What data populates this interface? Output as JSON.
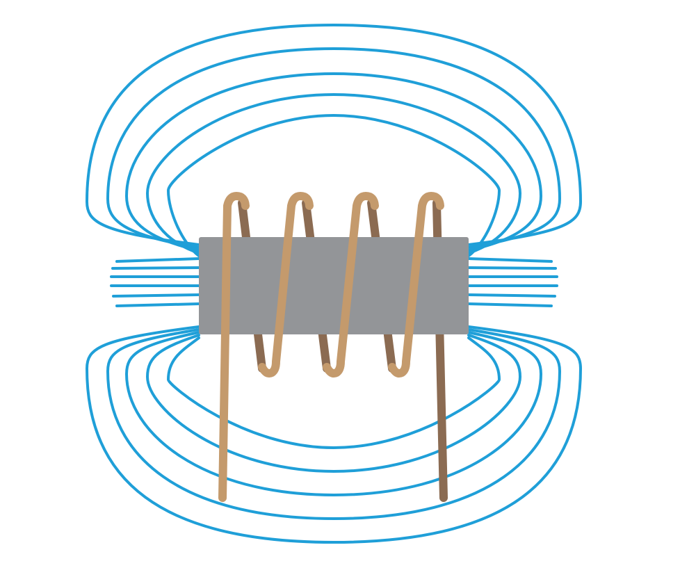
{
  "diagram": {
    "subject": "electromagnet",
    "colors": {
      "background": "#ffffff",
      "field_line": "#1f9fd8",
      "core": "#939598",
      "coil_front": "#c49a6c",
      "coil_back": "#8b6b52"
    },
    "field_loops_per_side": 5,
    "stub_lines_per_end": 6,
    "coil_turns": 4
  }
}
